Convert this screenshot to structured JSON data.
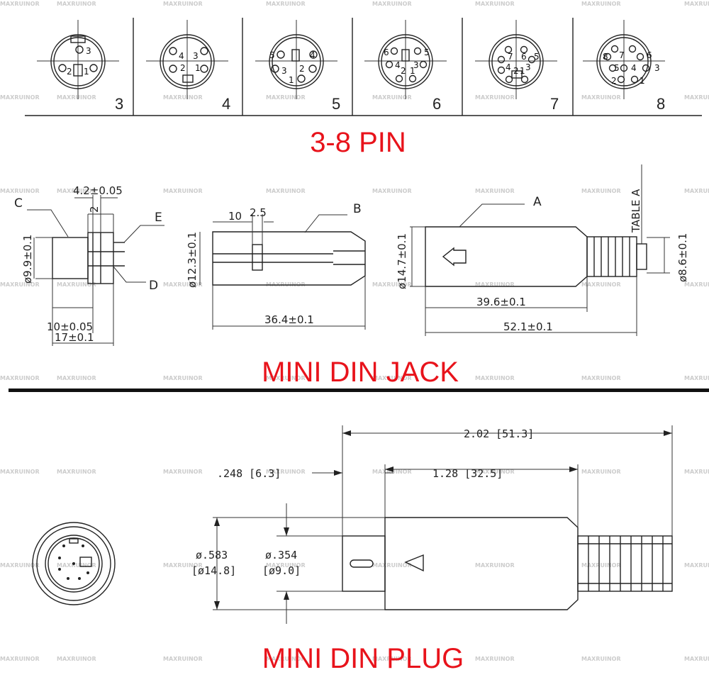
{
  "watermark": "MAXRUINOR",
  "pin_section": {
    "connectors": [
      {
        "count": "3",
        "pins": [
          "1",
          "2",
          "3"
        ]
      },
      {
        "count": "4",
        "pins": [
          "1",
          "2",
          "3",
          "4"
        ]
      },
      {
        "count": "5",
        "pins": [
          "1",
          "2",
          "3",
          "4",
          "5"
        ]
      },
      {
        "count": "6",
        "pins": [
          "1",
          "2",
          "3",
          "4",
          "5",
          "6"
        ]
      },
      {
        "count": "7",
        "pins": [
          "1",
          "2",
          "3",
          "4",
          "5",
          "6",
          "7"
        ]
      },
      {
        "count": "8",
        "pins": [
          "1",
          "2",
          "3",
          "4",
          "5",
          "6",
          "7",
          "8"
        ]
      }
    ],
    "title": "3-8 PIN"
  },
  "jack_section": {
    "title": "MINI DIN JACK",
    "front": {
      "letter_c": "C",
      "letter_d": "D",
      "letter_e": "E",
      "dim_top": "4.2±0.05",
      "dim_mid": "2",
      "dim_dia": "ø9.9±0.1",
      "dim_len1": "10±0.05",
      "dim_len2": "17±0.1"
    },
    "middle": {
      "letter_b": "B",
      "dim_10": "10",
      "dim_25": "2.5",
      "dim_dia": "ø12.3±0.1",
      "dim_len": "36.4±0.1"
    },
    "right": {
      "letter_a": "A",
      "table": "TABLE A",
      "dim_dia": "ø14.7±0.1",
      "dim_cable": "ø8.6±0.1",
      "dim_len1": "39.6±0.1",
      "dim_len2": "52.1±0.1"
    }
  },
  "plug_section": {
    "title": "MINI DIN PLUG",
    "dim_total": "2.02 [51.3]",
    "dim_tip": ".248 [6.3]",
    "dim_body": "1.28 [32.5]",
    "dia_outer_in": "ø.583",
    "dia_outer_mm": "[ø14.8]",
    "dia_inner_in": "ø.354",
    "dia_inner_mm": "[ø9.0]"
  }
}
